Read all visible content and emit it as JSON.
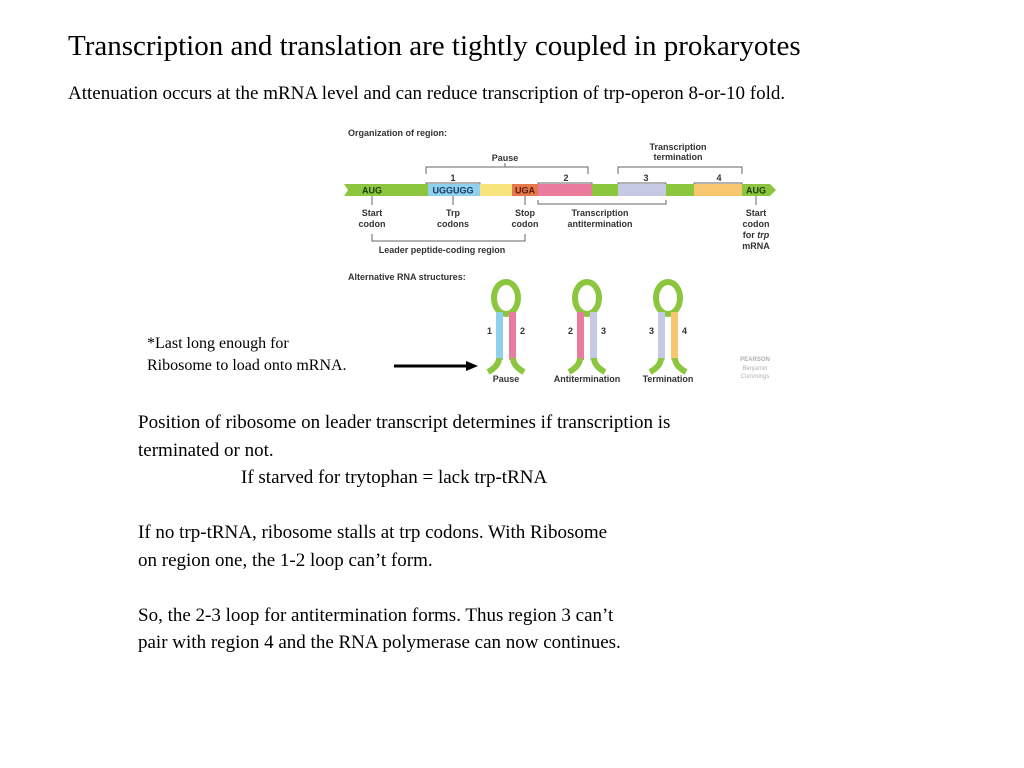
{
  "slide": {
    "title": "Transcription and translation are tightly coupled in prokaryotes",
    "subtitle": "Attenuation occurs at the mRNA level and  can reduce transcription of trp-operon 8-or-10 fold."
  },
  "diagram": {
    "organization_heading": "Organization of region:",
    "pause_label": "Pause",
    "termination_label_line1": "Transcription",
    "termination_label_line2": "termination",
    "region_numbers": [
      "1",
      "2",
      "3",
      "4"
    ],
    "codons": {
      "aug_start": "AUG",
      "trp": "UGGUGG",
      "stop": "UGA",
      "aug_end": "AUG"
    },
    "below_labels": {
      "start_codon": [
        "Start",
        "codon"
      ],
      "trp_codons": [
        "Trp",
        "codons"
      ],
      "stop_codon": [
        "Stop",
        "codon"
      ],
      "antitermination": [
        "Transcription",
        "antitermination"
      ],
      "start_trp": [
        "Start",
        "codon",
        "for",
        "trp",
        "mRNA"
      ]
    },
    "leader_label": "Leader peptide-coding region",
    "alt_heading": "Alternative RNA structures:",
    "structures": [
      {
        "left": "1",
        "right": "2",
        "label": "Pause"
      },
      {
        "left": "2",
        "right": "3",
        "label": "Antitermination"
      },
      {
        "left": "3",
        "right": "4",
        "label": "Termination"
      }
    ],
    "publisher_line1": "PEARSON",
    "publisher_line2": "Benjamin",
    "publisher_line3": "Cummings",
    "colors": {
      "green": "#8cc63f",
      "blue": "#8fd0ec",
      "yellow": "#f7e37c",
      "pink": "#e97b9d",
      "lavender": "#c5c9e3",
      "orange": "#f6c76e",
      "red": "#e5794b"
    }
  },
  "note": {
    "line1": "*Last long enough for",
    "line2": "Ribosome to load onto mRNA."
  },
  "body": {
    "p1_line1": "Position of ribosome on leader transcript determines if transcription is",
    "p1_line2": "terminated or not.",
    "p1_line3": "If starved for trytophan = lack trp-tRNA",
    "p2_line1": "If no trp-tRNA, ribosome stalls at trp codons. With Ribosome",
    "p2_line2": "on region one, the 1-2 loop can’t form.",
    "p3_line1": "So, the 2-3 loop for antitermination forms. Thus region 3 can’t",
    "p3_line2": "pair with region 4 and the RNA polymerase can now continues."
  }
}
